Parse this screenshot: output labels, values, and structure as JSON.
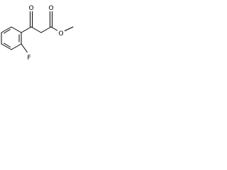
{
  "molecule": {
    "atoms": {
      "carbonyl_oxygen": "O",
      "ester_carbonyl_oxygen": "O",
      "ester_oxygen": "O",
      "fluorine": "F"
    }
  },
  "colors": {
    "bond": "#000000",
    "label": "#000000",
    "background": "#ffffff"
  }
}
